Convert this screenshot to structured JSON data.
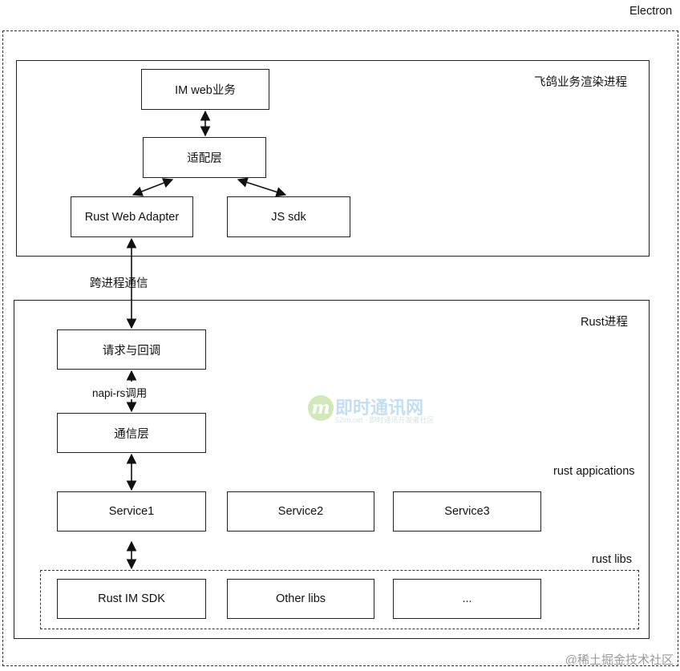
{
  "diagram": {
    "outer_label": "Electron",
    "renderer": {
      "label": "飞鸽业务渲染进程",
      "im_web": "IM web业务",
      "adapter_layer": "适配层",
      "rust_web_adapter": "Rust Web Adapter",
      "js_sdk": "JS sdk"
    },
    "ipc_label": "跨进程通信",
    "rust_process": {
      "label": "Rust进程",
      "request_callback": "请求与回调",
      "napi_label": "napi-rs调用",
      "comm_layer": "通信层",
      "applications_label": "rust appications",
      "services": [
        "Service1",
        "Service2",
        "Service3"
      ],
      "libs_label": "rust libs",
      "libs": [
        "Rust IM SDK",
        "Other libs",
        "..."
      ]
    }
  },
  "watermarks": {
    "center_title": "即时通讯网",
    "center_sub": "52im.net · 即时通讯开发者社区",
    "center_logo_letter": "m",
    "corner": "@稀土掘金技术社区"
  },
  "colors": {
    "stroke": "#222222",
    "watermark_green": "#7fbf3f",
    "watermark_blue": "#5aa0d6"
  }
}
